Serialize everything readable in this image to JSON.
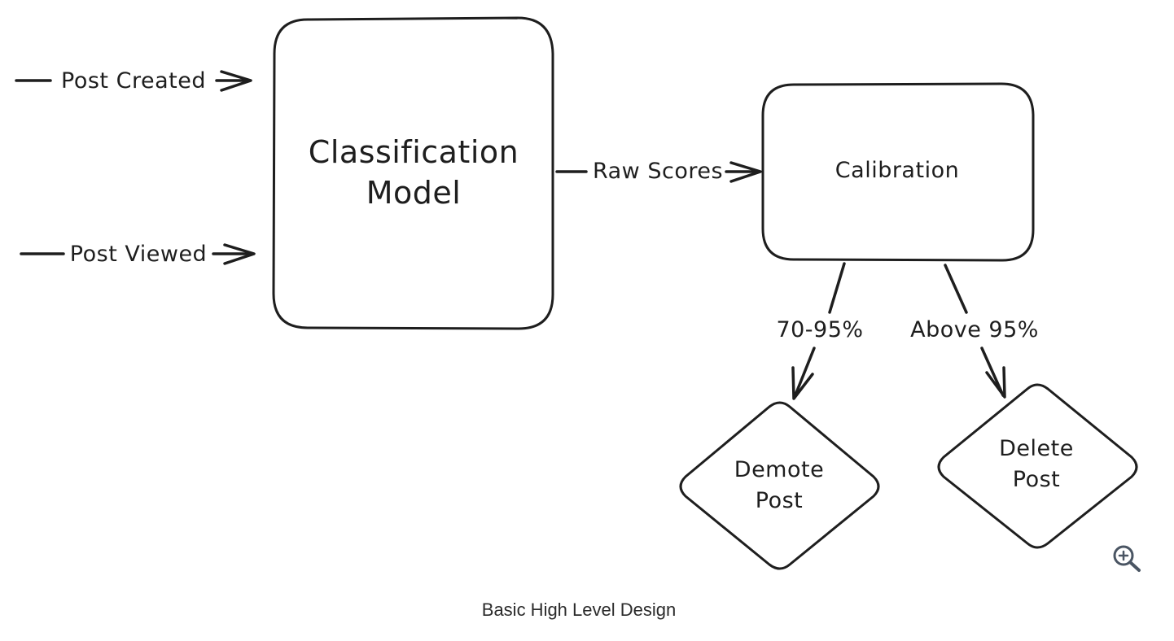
{
  "diagram": {
    "nodes": {
      "classification": {
        "line1": "Classification",
        "line2": "Model"
      },
      "calibration": {
        "label": "Calibration"
      },
      "demote": {
        "line1": "Demote",
        "line2": "Post"
      },
      "delete": {
        "line1": "Delete",
        "line2": "Post"
      }
    },
    "edges": {
      "post_created": "Post Created",
      "post_viewed": "Post Viewed",
      "raw_scores": "Raw Scores",
      "range_mid": "70-95%",
      "range_high": "Above 95%"
    }
  },
  "caption": "Basic High Level Design",
  "zoom_button": {
    "icon": "zoom-in-icon"
  }
}
